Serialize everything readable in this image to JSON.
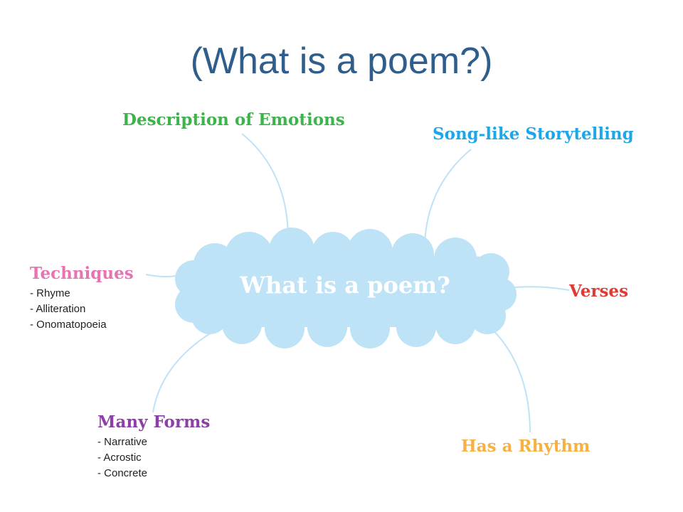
{
  "title": "(What is a poem?)",
  "center": {
    "label": "What is a poem?"
  },
  "branches": {
    "emotions": {
      "label": "Description of Emotions",
      "color": "#3CB44B"
    },
    "storytelling": {
      "label": "Song-like Storytelling",
      "color": "#1EA7E8"
    },
    "techniques": {
      "label": "Techniques",
      "color": "#E873B2",
      "items": [
        "- Rhyme",
        "- Alliteration",
        "- Onomatopoeia"
      ]
    },
    "verses": {
      "label": "Verses",
      "color": "#E03A34"
    },
    "forms": {
      "label": "Many Forms",
      "color": "#8E3EA8",
      "items": [
        "- Narrative",
        "- Acrostic",
        "- Concrete"
      ]
    },
    "rhythm": {
      "label": "Has a Rhythm",
      "color": "#F6B140"
    }
  },
  "colors": {
    "cloud": "#BEE2F6",
    "connector": "#BEE2F6",
    "title": "#2F5E8C"
  }
}
